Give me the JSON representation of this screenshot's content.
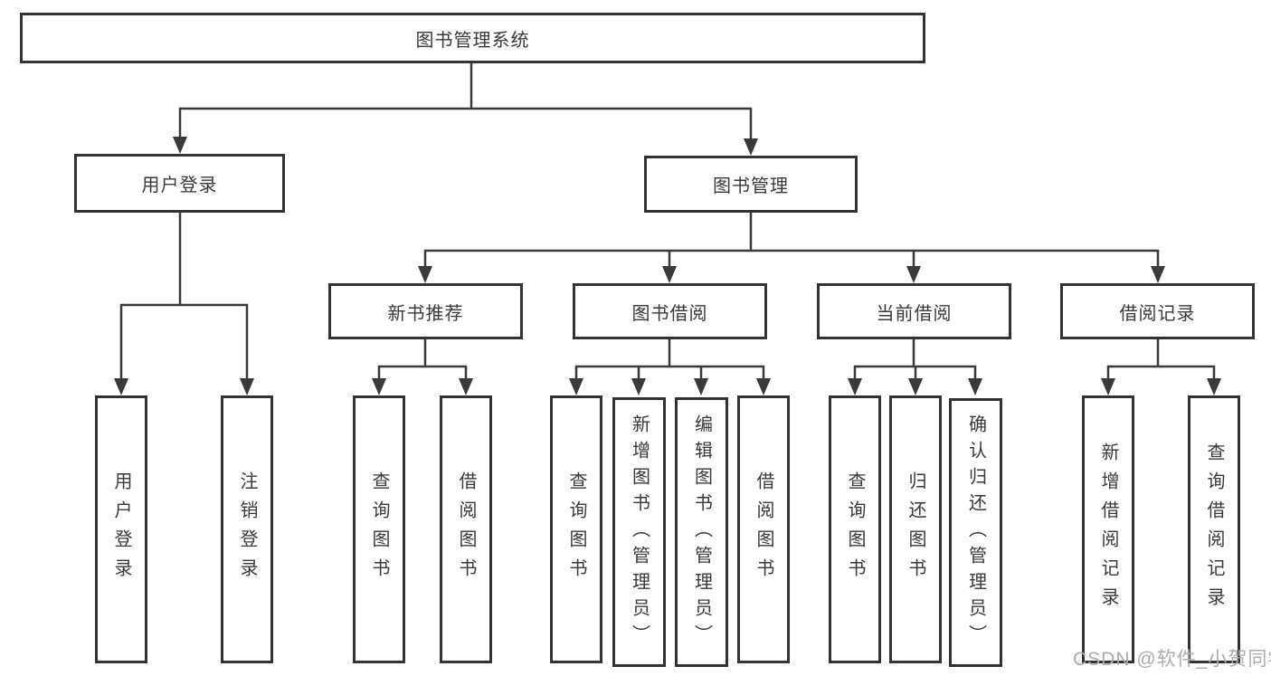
{
  "diagram_type": "hierarchy",
  "watermark": "CSDN @软件_小贺同学",
  "colors": {
    "line": "#3a3a3a",
    "border": "#333333",
    "text": "#3a3a3a",
    "background": "#ffffff",
    "watermark": "#aeaeae"
  },
  "tree": {
    "label": "图书管理系统",
    "children": [
      {
        "label": "用户登录",
        "children": [
          {
            "label": "用户登录"
          },
          {
            "label": "注销登录"
          }
        ]
      },
      {
        "label": "图书管理",
        "children": [
          {
            "label": "新书推荐",
            "children": [
              {
                "label": "查询图书"
              },
              {
                "label": "借阅图书"
              }
            ]
          },
          {
            "label": "图书借阅",
            "children": [
              {
                "label": "查询图书"
              },
              {
                "label": "新增图书（管理员）"
              },
              {
                "label": "编辑图书（管理员）"
              },
              {
                "label": "借阅图书"
              }
            ]
          },
          {
            "label": "当前借阅",
            "children": [
              {
                "label": "查询图书"
              },
              {
                "label": "归还图书"
              },
              {
                "label": "确认归还（管理员）"
              }
            ]
          },
          {
            "label": "借阅记录",
            "children": [
              {
                "label": "新增借阅记录"
              },
              {
                "label": "查询借阅记录"
              }
            ]
          }
        ]
      }
    ]
  }
}
